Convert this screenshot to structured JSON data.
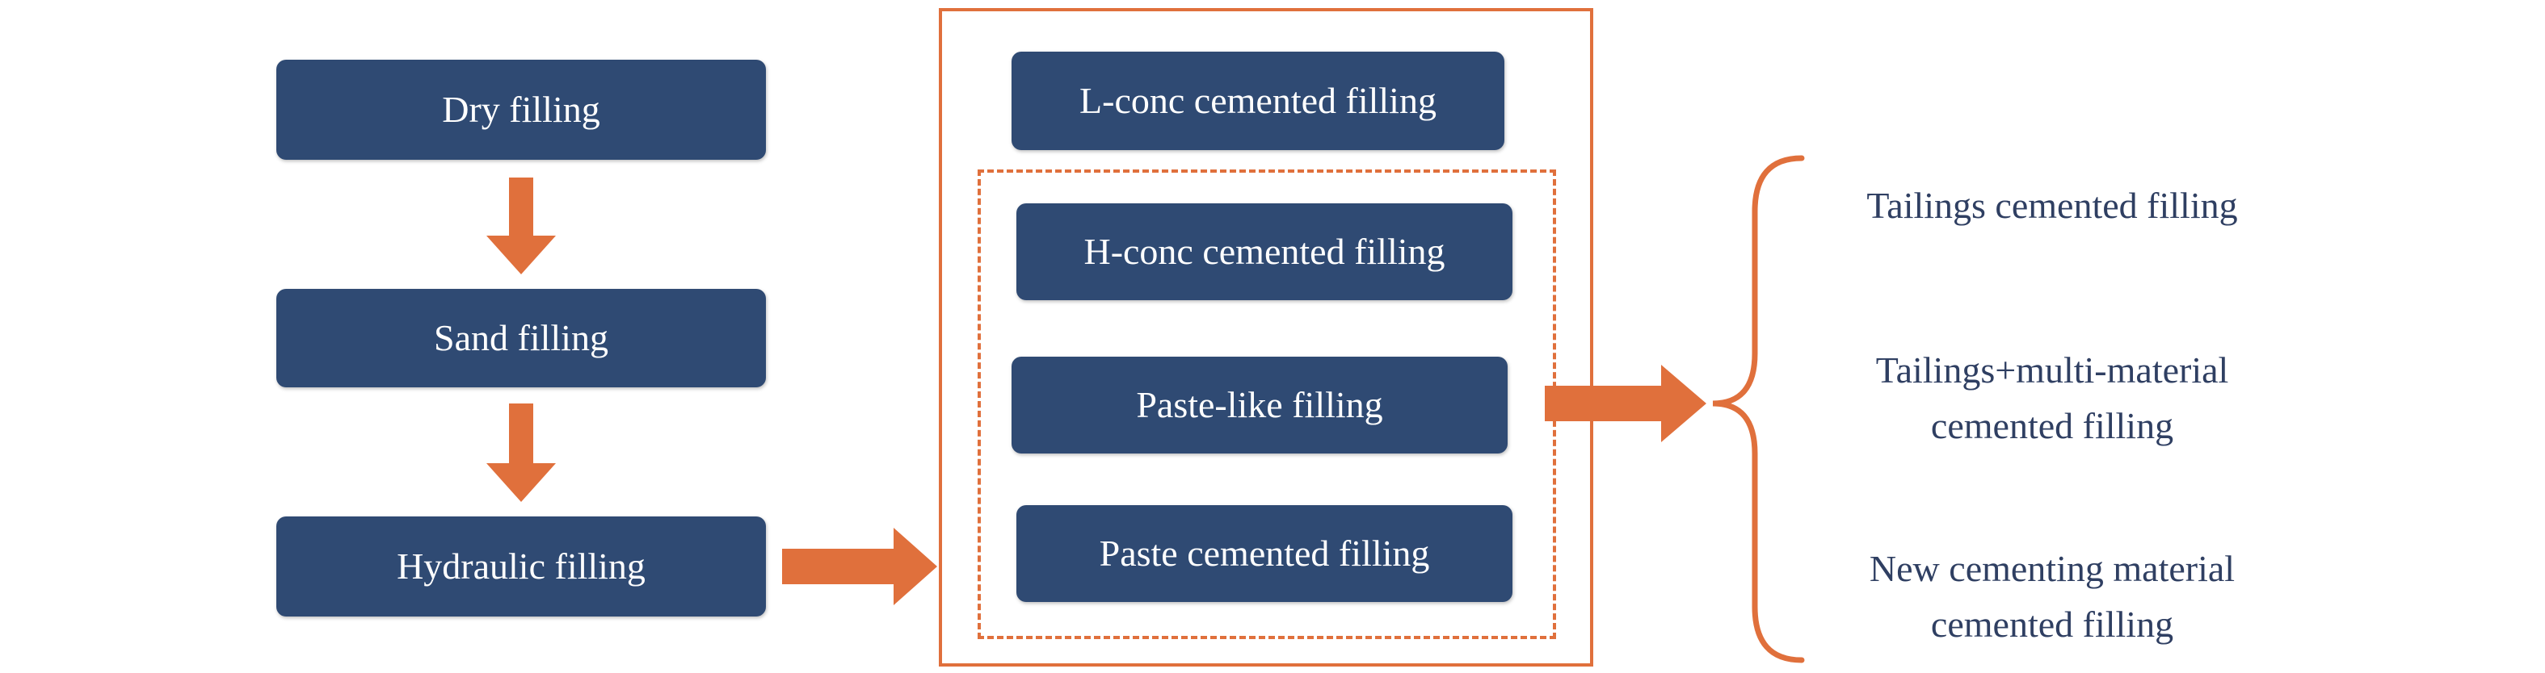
{
  "left_column": {
    "dry_filling": "Dry filling",
    "sand_filling": "Sand filling",
    "hydraulic_filling": "Hydraulic filling"
  },
  "middle_group": {
    "l_conc": "L-conc cemented filling",
    "h_conc": "H-conc cemented filling",
    "paste_like": "Paste-like filling",
    "paste_cemented": "Paste cemented filling"
  },
  "outcomes": {
    "tailings": "Tailings cemented filling",
    "tailings_multi_line1": "Tailings+multi-material",
    "tailings_multi_line2": "cemented filling",
    "new_material_line1": "New cementing material",
    "new_material_line2": "cemented filling"
  },
  "colors": {
    "box_fill": "#2f4a73",
    "arrow": "#e0703c",
    "frame": "#e0703c",
    "outcome_text": "#2f3f62"
  }
}
